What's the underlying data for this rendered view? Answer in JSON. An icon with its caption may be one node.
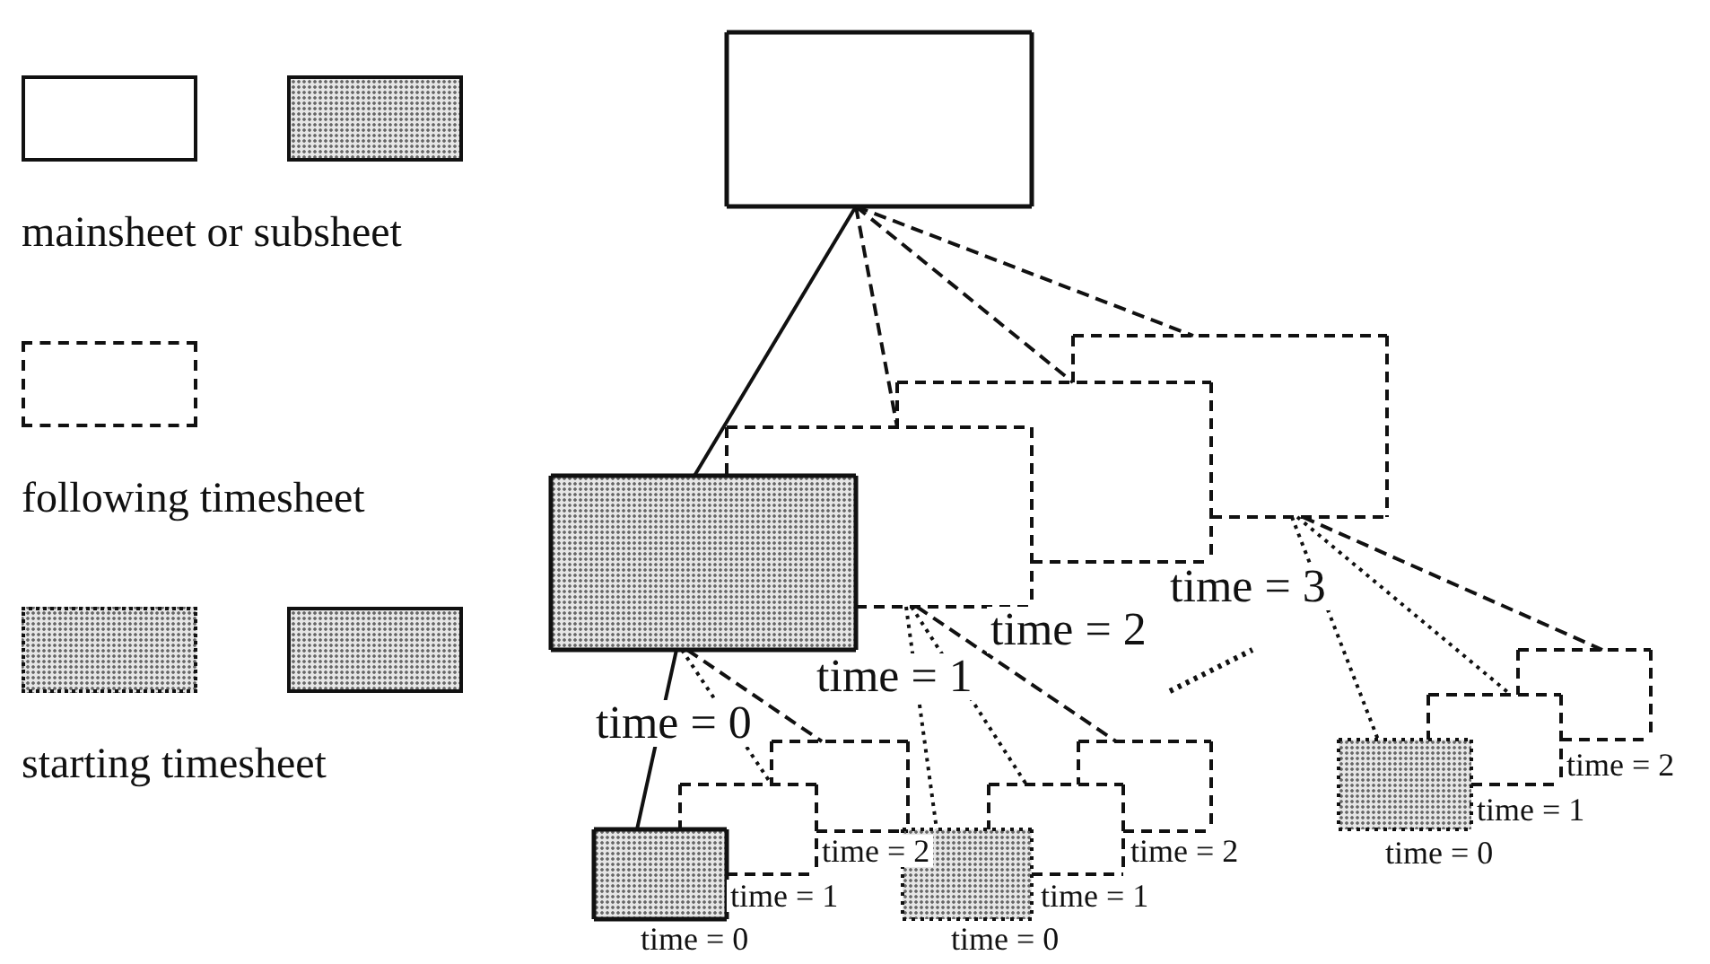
{
  "diagram": {
    "nodes": [
      {
        "text": [],
        "shape": "box"
      },
      {
        "text": [],
        "shape": "box"
      },
      {
        "text": [],
        "shape": "box"
      },
      {
        "text": [],
        "shape": "box"
      },
      {
        "text": [],
        "shape": "box"
      },
      {
        "text": [],
        "shape": "box",
        "beside": [
          "time = 0"
        ]
      },
      {
        "text": [],
        "shape": "box",
        "beside": [
          "time = 1"
        ]
      },
      {
        "text": [],
        "shape": "box",
        "beside": [
          "time = 2"
        ]
      },
      {
        "text": [],
        "shape": "box",
        "beside": [
          "time = 0"
        ]
      },
      {
        "text": [],
        "shape": "box",
        "beside": [
          "time = 1"
        ]
      },
      {
        "text": [],
        "shape": "box",
        "beside": [
          "time = 2"
        ]
      },
      {
        "text": [],
        "shape": "box",
        "beside": [
          "time = 0"
        ]
      },
      {
        "text": [],
        "shape": "box",
        "beside": [
          "time = 1"
        ]
      },
      {
        "text": [],
        "shape": "box",
        "beside": [
          "time = 2"
        ]
      }
    ],
    "edges": [
      {
        "from": 0,
        "to": 1,
        "arrow": "none"
      },
      {
        "from": 0,
        "to": 2,
        "arrow": "none",
        "style": "dashed"
      },
      {
        "from": 0,
        "to": 3,
        "arrow": "none",
        "style": "dashed"
      },
      {
        "from": 0,
        "to": 4,
        "arrow": "none",
        "style": "dashed"
      },
      {
        "from": 1,
        "to": 5,
        "arrow": "none"
      },
      {
        "from": 1,
        "to": 6,
        "arrow": "none",
        "style": "dashed"
      },
      {
        "from": 1,
        "to": 7,
        "arrow": "none",
        "style": "dashed"
      },
      {
        "from": 2,
        "to": 8,
        "arrow": "none",
        "style": "dashed"
      },
      {
        "from": 2,
        "to": 9,
        "arrow": "none",
        "style": "dashed"
      },
      {
        "from": 2,
        "to": 10,
        "arrow": "none",
        "style": "dashed"
      },
      {
        "from": 4,
        "to": 11,
        "arrow": "none",
        "style": "dashed"
      },
      {
        "from": 4,
        "to": 12,
        "arrow": "none",
        "style": "dashed"
      },
      {
        "from": 4,
        "to": 13,
        "arrow": "none",
        "style": "dashed"
      }
    ],
    "labels": [
      "time = 3",
      "time = 2",
      "time = 1",
      "time = 0"
    ],
    "legend": [
      {
        "text": "mainsheet or subsheet"
      },
      {
        "text": "following timesheet"
      },
      {
        "text": "starting timesheet"
      }
    ]
  }
}
